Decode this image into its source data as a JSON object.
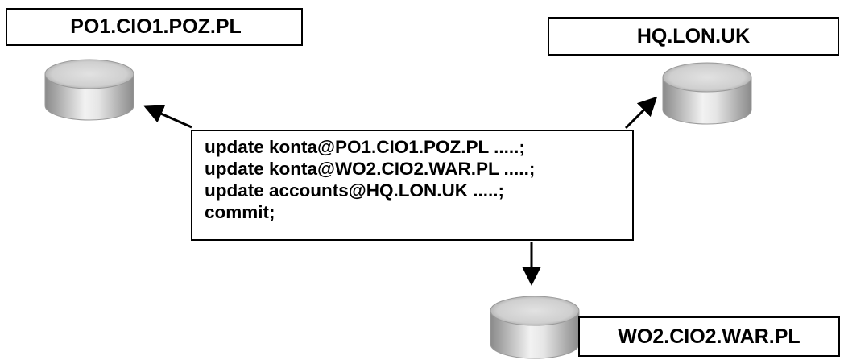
{
  "nodes": {
    "po1": {
      "label": "PO1.CIO1.POZ.PL"
    },
    "hq": {
      "label": "HQ.LON.UK"
    },
    "wo2": {
      "label": "WO2.CIO2.WAR.PL"
    }
  },
  "transaction": {
    "lines": [
      "update konta@PO1.CIO1.POZ.PL .....;",
      "update konta@WO2.CIO2.WAR.PL .....;",
      "update accounts@HQ.LON.UK .....;",
      "commit;"
    ]
  },
  "colors": {
    "cylinder_body_light": "#efefef",
    "cylinder_body_dark": "#8c8c8c",
    "cylinder_top": "#d9d9d9",
    "outline": "#000000"
  }
}
